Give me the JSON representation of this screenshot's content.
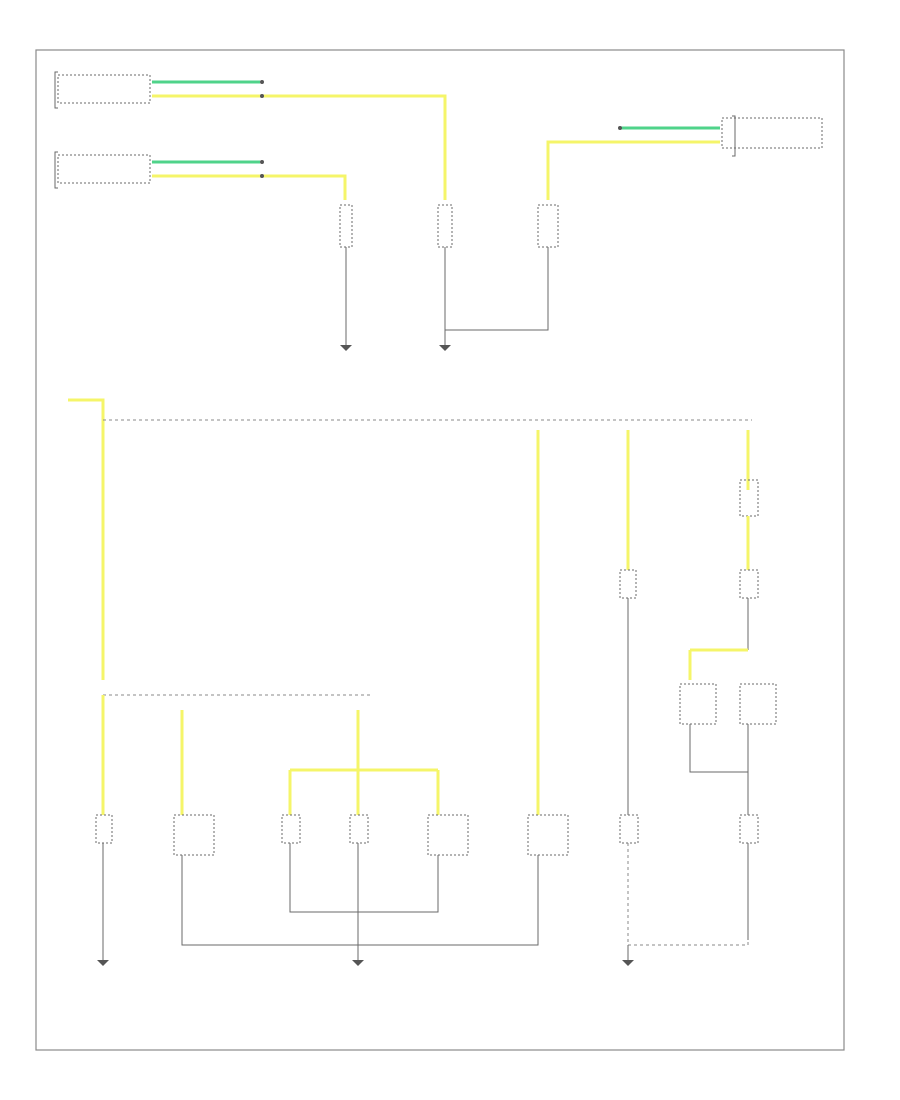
{
  "footer": {
    "code": ""
  },
  "colors": {
    "yellow_wire": "#f5f569",
    "green_wire": "#4fd38a",
    "frame": "#8a8a8a"
  },
  "connectors": [
    {
      "id": "rr-conn",
      "lines": [
        "",
        ""
      ]
    },
    {
      "id": "lr-conn",
      "lines": [
        "",
        ""
      ]
    },
    {
      "id": "fc-conn",
      "lines": [
        "",
        ""
      ]
    }
  ],
  "components": [
    {
      "id": "left-rear-lamp",
      "label": ""
    },
    {
      "id": "right-rear-lamp",
      "label": ""
    },
    {
      "id": "center-lamp",
      "label": ""
    },
    {
      "id": "cargo-lamp",
      "label": ""
    },
    {
      "id": "overhead-lamp",
      "label": ""
    },
    {
      "id": "liftgate-lamp",
      "label": ""
    },
    {
      "id": "reading-lamp",
      "label": ""
    },
    {
      "id": "rear-dome-lamp",
      "label": ""
    },
    {
      "id": "vanity-lamp",
      "label": ""
    },
    {
      "id": "door-switch",
      "label": ""
    },
    {
      "id": "module",
      "label": ""
    },
    {
      "id": "right-rear-door-lamp",
      "label": ""
    },
    {
      "id": "left-front-door-lamp",
      "label": ""
    },
    {
      "id": "right-front-door-lamp",
      "label": ""
    },
    {
      "id": "right-front-courtesy",
      "label": ""
    }
  ],
  "grounds": [
    {
      "id": "ground-1",
      "label": ""
    },
    {
      "id": "ground-2",
      "label": ""
    },
    {
      "id": "ground-3",
      "label": ""
    },
    {
      "id": "ground-4",
      "label": ""
    },
    {
      "id": "ground-5",
      "label": ""
    }
  ]
}
